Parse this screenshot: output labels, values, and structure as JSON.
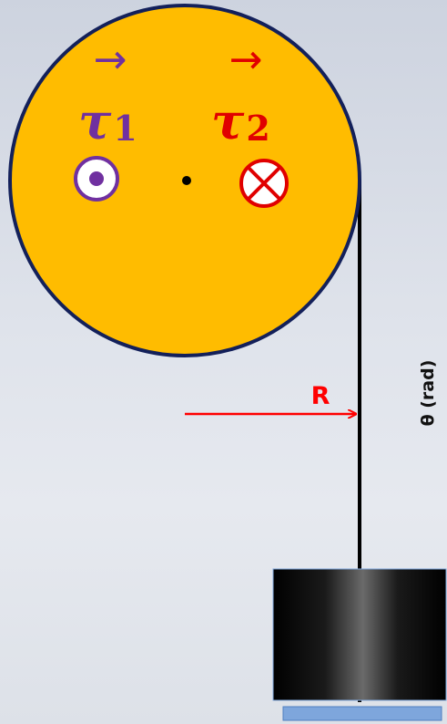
{
  "labels": {
    "tau1": "τ",
    "tau1_sub": "1",
    "tau2": "τ",
    "tau2_sub": "2",
    "vec_arrow1": "→",
    "vec_arrow2": "→",
    "radius": "R",
    "theta_axis": "θ (rad)"
  },
  "colors": {
    "disk_fill": "#ffbc00",
    "disk_edge": "#13205a",
    "tau1_color": "#7030a0",
    "tau2_color": "#e00000",
    "radius_arrow": "#ff0000",
    "rope": "#000000",
    "mass_dark": "#000000",
    "mass_highlight": "#6a6a6a",
    "base_plate": "#7ea6dc"
  },
  "icons": {
    "out_of_page": "dot-in-circle-icon",
    "into_page": "cross-in-circle-icon"
  }
}
